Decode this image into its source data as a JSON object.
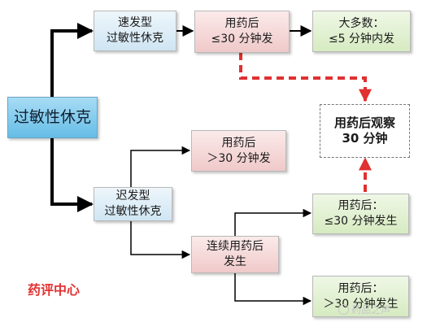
{
  "nodes": {
    "main": "过敏性休克",
    "fast_type": [
      "速发型",
      "过敏性休克"
    ],
    "slow_type": [
      "迟发型",
      "过敏性休克"
    ],
    "fast_onset": [
      "用药后",
      "≤30 分钟发"
    ],
    "majority": [
      "大多数：",
      "≤5 分钟内发"
    ],
    "observe": [
      "用药后观察",
      "30 分钟"
    ],
    "late_onset": [
      "用药后",
      "＞30 分钟发"
    ],
    "continuous": [
      "连续用药后",
      "发生"
    ],
    "cont_within": [
      "用药后：",
      "≤30 分钟发生"
    ],
    "cont_after": [
      "用药后：",
      "＞30 分钟发生"
    ]
  },
  "brand": "药评中心",
  "watermark": "药品之声",
  "colors": {
    "arrow_black": "#000000",
    "arrow_red": "#e03030",
    "brand": "#e23232"
  }
}
